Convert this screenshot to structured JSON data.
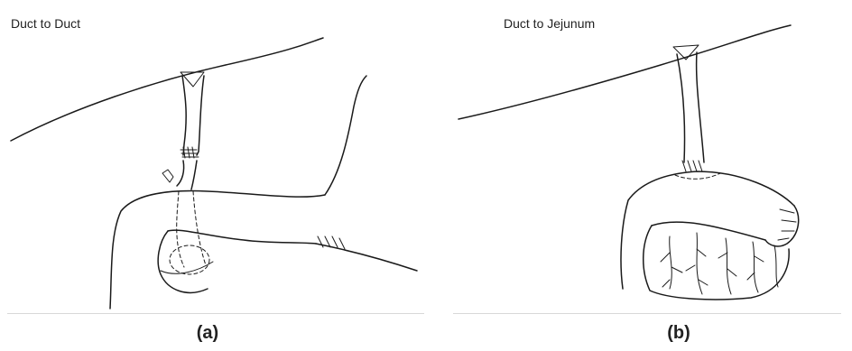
{
  "panels": [
    {
      "title": "Duct to Duct",
      "caption": "(a)"
    },
    {
      "title": "Duct to Jejunum",
      "caption": "(b)"
    }
  ]
}
